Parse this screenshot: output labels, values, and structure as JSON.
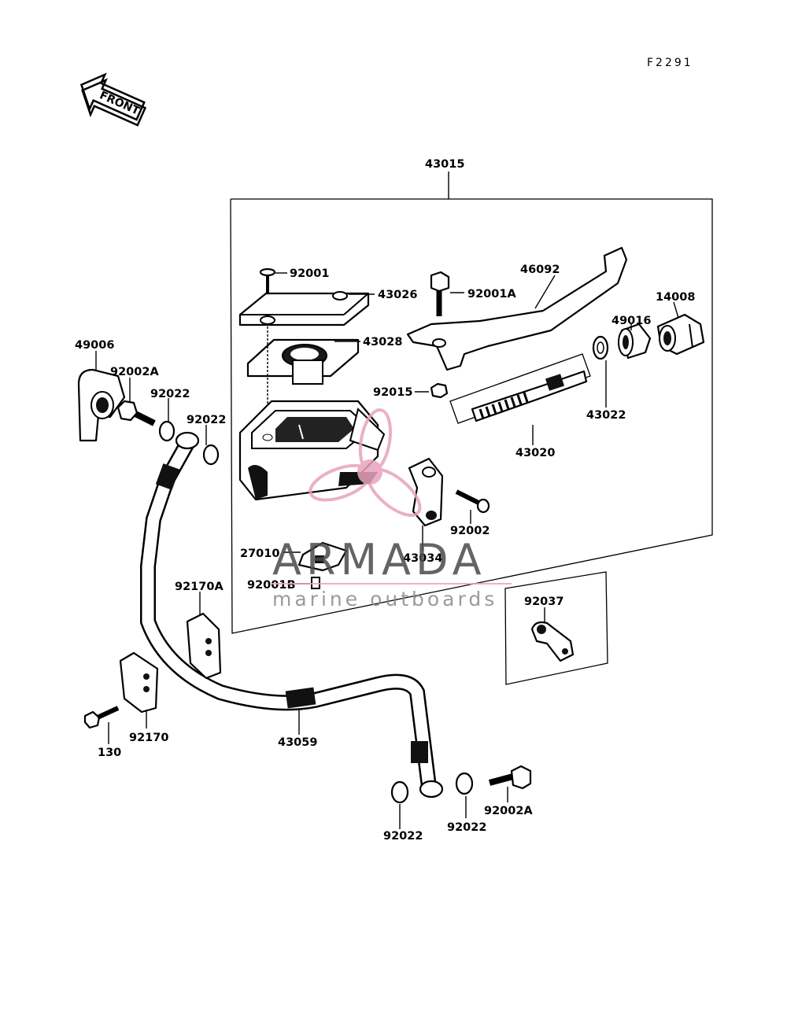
{
  "diagram_code": "F2291",
  "front_arrow_label": "FRONT",
  "watermark": {
    "brand": "ARMADA",
    "tagline": "marine outboards",
    "accent_color": "#e8a3bd",
    "text_color": "#4a4a4a"
  },
  "parts": {
    "p43015": "43015",
    "p92001": "92001",
    "p43026": "43026",
    "p92001A": "92001A",
    "p46092": "46092",
    "p14008": "14008",
    "p43028": "43028",
    "p49016": "49016",
    "p49006": "49006",
    "p92002A_top": "92002A",
    "p92022_a": "92022",
    "p92022_b": "92022",
    "p92015": "92015",
    "p43022": "43022",
    "p43020": "43020",
    "p92002": "92002",
    "p27010": "27010",
    "p43034": "43034",
    "p92001B": "92001B",
    "p92170A": "92170A",
    "p92037": "92037",
    "p130": "130",
    "p92170": "92170",
    "p43059": "43059",
    "p92022_c": "92022",
    "p92022_d": "92022",
    "p92002A_bottom": "92002A"
  }
}
